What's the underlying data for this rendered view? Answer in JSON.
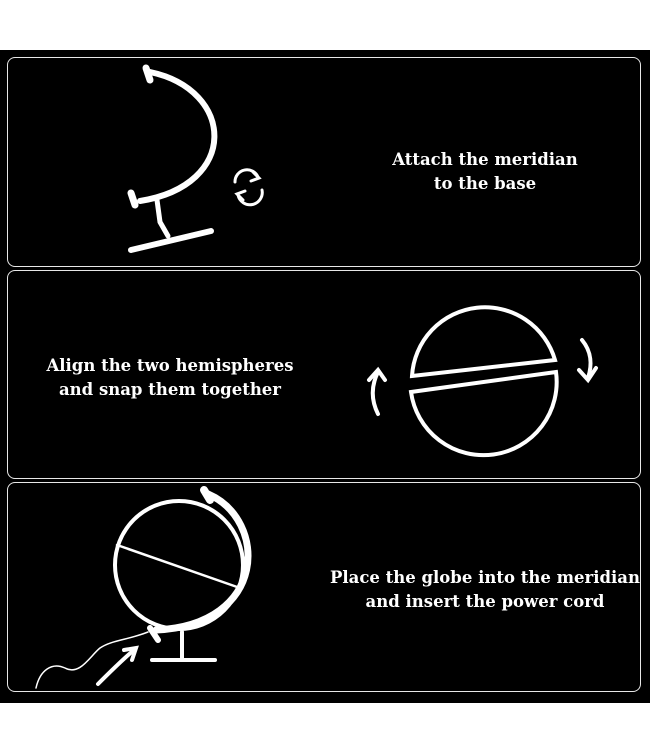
{
  "steps": [
    {
      "lines": [
        "Attach the meridian",
        "to the base"
      ],
      "icon": "meridian-base-icon"
    },
    {
      "lines": [
        "Align the two hemispheres",
        "and snap them together"
      ],
      "icon": "hemispheres-icon"
    },
    {
      "lines": [
        "Place the globe into the meridian",
        "and insert the power cord"
      ],
      "icon": "globe-power-icon"
    }
  ],
  "colors": {
    "background": "#000000",
    "foreground": "#ffffff",
    "border": "#e8e8e8"
  }
}
